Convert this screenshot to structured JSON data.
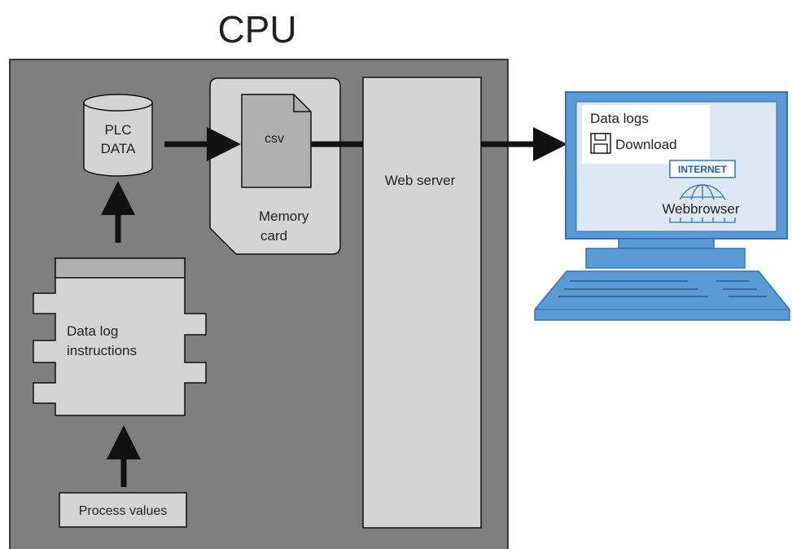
{
  "title": "CPU",
  "database": {
    "line1": "PLC",
    "line2": "DATA"
  },
  "memory_card": {
    "file_label": "csv",
    "line1": "Memory",
    "line2": "card"
  },
  "web_server": {
    "label": "Web server"
  },
  "data_log_block": {
    "line1": "Data log",
    "line2": "instructions"
  },
  "process_values": {
    "label": "Process values"
  },
  "computer": {
    "screen_title": "Data logs",
    "download_label": "Download",
    "internet_badge": "INTERNET",
    "browser_label": "Webbrowser",
    "icons": [
      "floppy-disk-icon",
      "globe-icon",
      "monitor-icon",
      "keyboard-icon"
    ]
  },
  "colors": {
    "cpu_fill": "#7f7f7f",
    "component_fill": "#d4d4d4",
    "arrow": "#111111",
    "monitor_blue": "#5b9bd5",
    "monitor_stroke": "#2e75b6",
    "screen_fill": "#dde8f5"
  }
}
